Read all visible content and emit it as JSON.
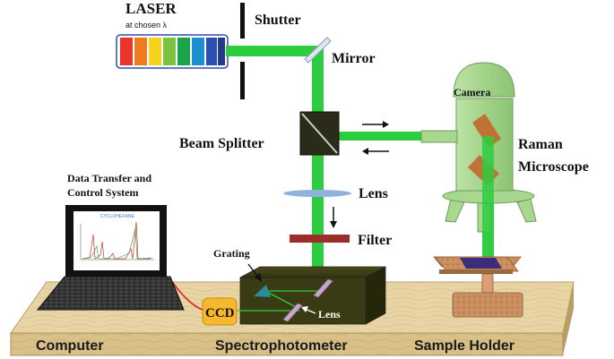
{
  "labels": {
    "laser": "LASER",
    "laser_sub": "at chosen λ",
    "shutter": "Shutter",
    "mirror": "Mirror",
    "beam_splitter": "Beam Splitter",
    "lens_top": "Lens",
    "filter": "Filter",
    "camera": "Camera",
    "raman_line1": "Raman",
    "raman_line2": "Microscope",
    "data_line1": "Data Transfer and",
    "data_line2": "Control System",
    "screen_title": "CYCLOHEXANE",
    "grating": "Grating",
    "lens_inner": "Lens",
    "ccd": "CCD",
    "base_computer": "Computer",
    "base_spectro": "Spectrophotometer",
    "base_sample": "Sample Holder"
  },
  "colors": {
    "beam": "#2ecc40",
    "table_top": "#e8d5a5",
    "table_front": "#d8c088",
    "spectro_box": "#3a3a14",
    "microscope": "#a8d890",
    "ccd_box": "#f6b82c",
    "filter": "#9b2d2d",
    "lens": "#8fb3dd",
    "laser_stripes": [
      "#e8342b",
      "#f07a22",
      "#f5d21b",
      "#7dc242",
      "#1aa44a",
      "#1d8fd1",
      "#2d4fb0",
      "#233a8c"
    ]
  },
  "icons": [
    "laser-icon",
    "shutter-icon",
    "mirror-icon",
    "beam-splitter-icon",
    "lens-icon",
    "filter-icon",
    "microscope-icon",
    "camera-icon",
    "laptop-icon",
    "spectrophotometer-icon",
    "grating-icon",
    "ccd-icon",
    "sample-holder-icon"
  ]
}
